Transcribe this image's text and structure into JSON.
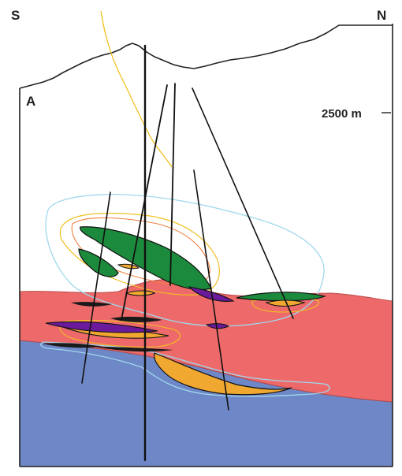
{
  "labels": {
    "south": "S",
    "north": "N",
    "panel": "A",
    "elevation": "2500 m"
  },
  "legend_colors": {
    "lower_unit": "#6e87c6",
    "middle_unit": "#ee6a6a",
    "green_lens": "#1c8a3c",
    "orange_lens": "#f0a830",
    "purple_lens": "#6a1a9a",
    "envelope_light_blue": "#9fd8ee",
    "envelope_yellow": "#f0c020",
    "envelope_orange": "#ef8040",
    "topography": "#222222",
    "drillhole": "#111111"
  }
}
